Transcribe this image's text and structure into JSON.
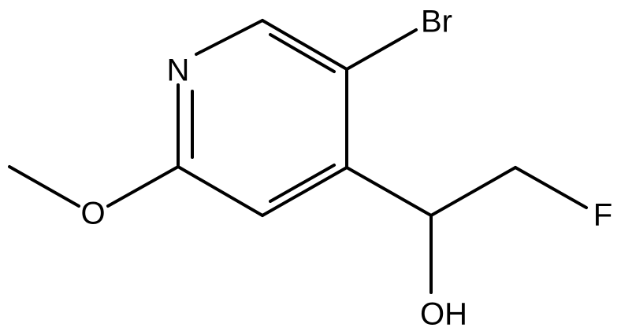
{
  "molecule": {
    "atoms": {
      "br": "Br",
      "n": "N",
      "o_methoxy": "O",
      "f": "F",
      "oh": "OH"
    }
  }
}
